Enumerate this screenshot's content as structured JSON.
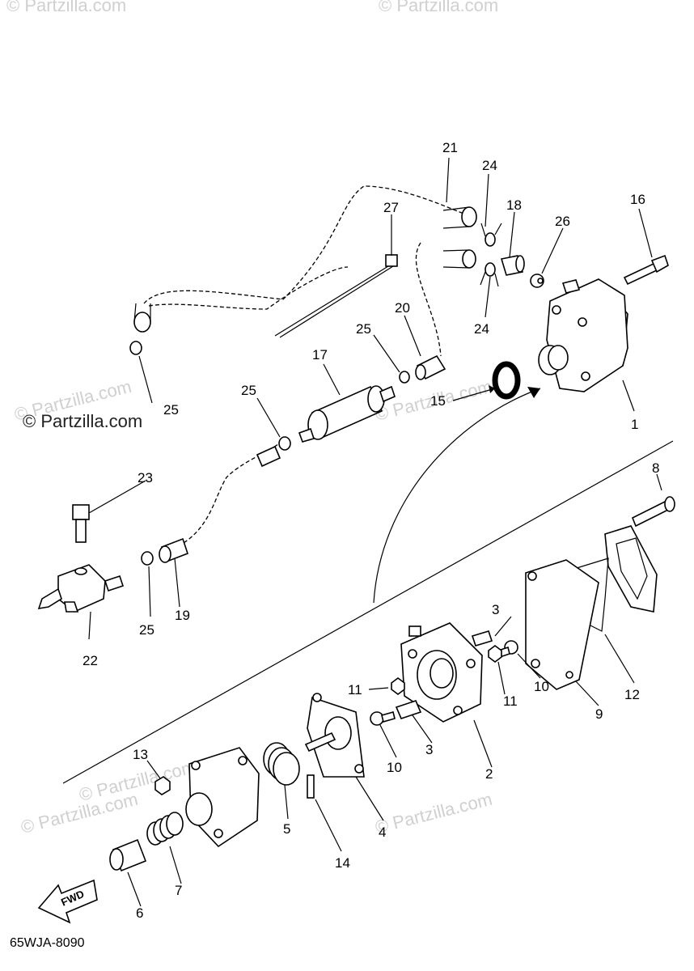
{
  "watermarks": {
    "top_left": "© Partzilla.com",
    "top_center": "© Partzilla.com",
    "left": "© Partzilla.com",
    "left_sub": "© Partzilla.com",
    "center": "© Partzilla.com",
    "bottom_left": "© Partzilla.com",
    "bottom_left_sub": "© Partzilla.com",
    "bottom_center": "© Partzilla.com"
  },
  "diagram_code": "65WJA-8090",
  "fwd_label": "FWD",
  "callouts": {
    "c1": "1",
    "c2": "2",
    "c3a": "3",
    "c3b": "3",
    "c4": "4",
    "c5": "5",
    "c6": "6",
    "c7": "7",
    "c8": "8",
    "c9": "9",
    "c10a": "10",
    "c10b": "10",
    "c11a": "11",
    "c11b": "11",
    "c12": "12",
    "c13": "13",
    "c14": "14",
    "c15": "15",
    "c16": "16",
    "c17": "17",
    "c18": "18",
    "c19": "19",
    "c20": "20",
    "c21": "21",
    "c22": "22",
    "c23": "23",
    "c24a": "24",
    "c24b": "24",
    "c25a": "25",
    "c25b": "25",
    "c25c": "25",
    "c25d": "25",
    "c26": "26",
    "c27": "27"
  }
}
